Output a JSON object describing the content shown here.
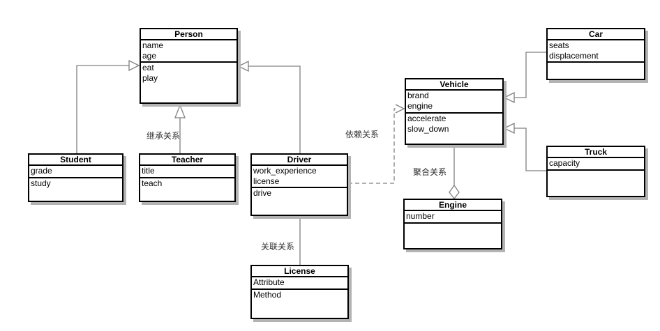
{
  "classes": {
    "person": {
      "title": "Person",
      "attributes": [
        "name",
        "age"
      ],
      "methods": [
        "eat",
        "play"
      ]
    },
    "student": {
      "title": "Student",
      "attributes": [
        "grade"
      ],
      "methods": [
        "study"
      ]
    },
    "teacher": {
      "title": "Teacher",
      "attributes": [
        "title"
      ],
      "methods": [
        "teach"
      ]
    },
    "driver": {
      "title": "Driver",
      "attributes": [
        "work_experience",
        "license"
      ],
      "methods": [
        "drive"
      ]
    },
    "vehicle": {
      "title": "Vehicle",
      "attributes": [
        "brand",
        "engine"
      ],
      "methods": [
        "accelerate",
        "slow_down"
      ]
    },
    "car": {
      "title": "Car",
      "attributes": [
        "seats",
        "displacement"
      ],
      "methods": []
    },
    "truck": {
      "title": "Truck",
      "attributes": [
        "capacity"
      ],
      "methods": []
    },
    "engine": {
      "title": "Engine",
      "attributes": [
        "number"
      ],
      "methods": []
    },
    "license": {
      "title": "License",
      "attributes": [
        "Attribute"
      ],
      "methods": [
        "Method"
      ]
    }
  },
  "labels": {
    "inheritance": "继承关系",
    "dependency": "依赖关系",
    "aggregation": "聚合关系",
    "association": "关联关系"
  },
  "colors": {
    "box_border": "#000000",
    "box_fill": "#ffffff",
    "box_shadow": "#b3b3b3",
    "edge_line": "#808080",
    "label_text": "#2e2e2e",
    "background": "#ffffff"
  }
}
